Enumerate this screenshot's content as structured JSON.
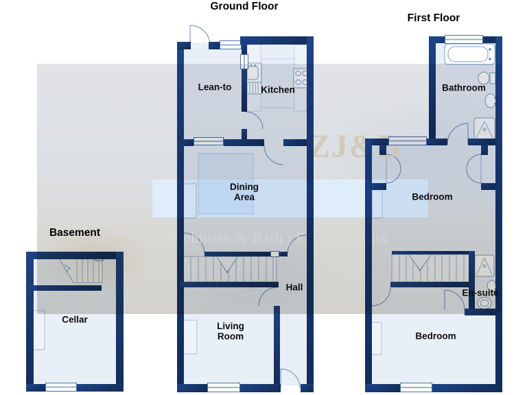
{
  "titles": {
    "ground": "Ground Floor",
    "first": "First Floor",
    "basement": "Basement"
  },
  "rooms": {
    "lean_to": "Lean-to",
    "kitchen": "Kitchen",
    "dining_line1": "Dining",
    "dining_line2": "Area",
    "hall": "Hall",
    "living_line1": "Living",
    "living_line2": "Room",
    "cellar": "Cellar",
    "bathroom": "Bathroom",
    "bedroom_front": "Bedroom",
    "en_suite": "En-suite",
    "bedroom_back": "Bedroom"
  },
  "watermark": {
    "logo": "ZJ&B",
    "tagline": "Zaza Johnson & Bath  |  Estate Agents"
  },
  "colors": {
    "wall_navy": "#17366b",
    "floor_fill": "#e9eff7",
    "fixture_stroke": "#7f9cc4",
    "photo_band_blue": "#dfecf9",
    "logo_cream": "#f3e7ce",
    "label_text": "#0d0d0d"
  }
}
